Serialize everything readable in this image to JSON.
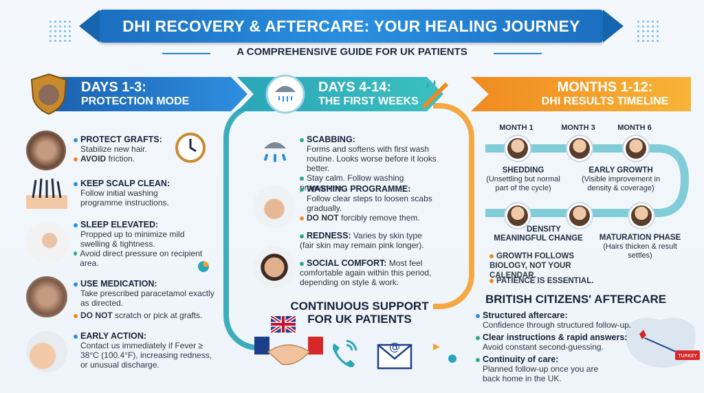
{
  "header": {
    "title": "DHI RECOVERY & AFTERCARE: YOUR HEALING JOURNEY",
    "subtitle": "A COMPREHENSIVE GUIDE FOR UK PATIENTS"
  },
  "phase1": {
    "line1": "DAYS 1-3:",
    "line2": "PROTECTION MODE",
    "items": [
      {
        "head": "PROTECT GRAFTS:",
        "text": "Stabilize new hair.",
        "note_bold": "AVOID",
        "note": " friction."
      },
      {
        "head": "KEEP SCALP CLEAN:",
        "text": "Follow initial washing programme instructions."
      },
      {
        "head": "SLEEP ELEVATED:",
        "text": "Propped up to minimize mild swelling & tightness.",
        "note": "Avoid direct pressure on recipient area."
      },
      {
        "head": "USE MEDICATION:",
        "text": "Take prescribed paracetamol exactly as directed.",
        "note_bold": "DO NOT",
        "note": " scratch or pick at grafts."
      },
      {
        "head": "EARLY ACTION:",
        "text": "Contact us immediately if Fever ≥ 38°C (100.4°F), increasing redness, or unusual discharge."
      }
    ]
  },
  "phase2": {
    "line1": "DAYS 4-14:",
    "line2": "THE FIRST WEEKS",
    "items": [
      {
        "head": "SCABBING:",
        "text": "Forms and softens with first wash routine. Looks worse before it looks better.",
        "note": "Stay calm. Follow washing programme."
      },
      {
        "head": "WASHING PROGRAMME:",
        "text": "Follow clear steps to loosen scabs gradually.",
        "note_bold": "DO NOT",
        "note": " forcibly remove them."
      },
      {
        "head": "REDNESS:",
        "text": " Varies by skin type (fair skin may remain pink longer)."
      },
      {
        "head": "SOCIAL COMFORT:",
        "text": " Most feel comfortable again within this period, depending on style & work."
      }
    ],
    "support_title": "CONTINUOUS SUPPORT FOR UK PATIENTS"
  },
  "phase3": {
    "line1": "MONTHS 1-12:",
    "line2": "DHI RESULTS TIMELINE",
    "months": [
      "MONTH 1",
      "MONTH 3",
      "MONTH 6"
    ],
    "shedding_head": "SHEDDING",
    "shedding_text": "(Unsettling but normal part of the cycle)",
    "early_head": "EARLY GROWTH",
    "early_text": "(Visible improvement in density & coverage)",
    "density_head": "DENSITY",
    "density_text": "MEANINGFUL CHANGE",
    "maturation_head": "MATURATION PHASE",
    "maturation_text": "(Hairs thicken & result settles)",
    "note1": "GROWTH FOLLOWS BIOLOGY, NOT YOUR CALENDAR.",
    "note2": "PATIENCE IS ESSENTIAL.",
    "aftercare_title": "BRITISH CITIZENS' AFTERCARE",
    "aftercare": [
      {
        "head": "Structured aftercare:",
        "text": "Confidence through structured follow-up."
      },
      {
        "head": "Clear instructions & rapid answers:",
        "text": "Avoid constant second-guessing."
      },
      {
        "head": "Continuity of care:",
        "text": "Planned follow-up once you are back home in the UK."
      }
    ],
    "map_label": "TURKEY"
  },
  "colors": {
    "blue": "#2a8fe0",
    "teal": "#2aa6b8",
    "orange": "#f08a20",
    "navy": "#142238"
  }
}
